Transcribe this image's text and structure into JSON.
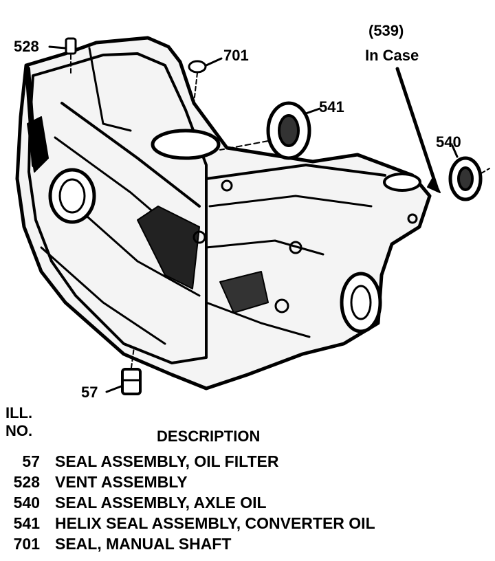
{
  "callouts": {
    "c528": "528",
    "c701": "701",
    "c539": "(539)",
    "in_case": "In Case",
    "c541": "541",
    "c540": "540",
    "c57": "57"
  },
  "legend": {
    "header_ill": "ILL.",
    "header_no": "NO.",
    "header_description": "DESCRIPTION",
    "rows": [
      {
        "num": "57",
        "desc": "SEAL ASSEMBLY, OIL FILTER"
      },
      {
        "num": "528",
        "desc": "VENT ASSEMBLY"
      },
      {
        "num": "540",
        "desc": "SEAL ASSEMBLY, AXLE OIL"
      },
      {
        "num": "541",
        "desc": "HELIX SEAL ASSEMBLY, CONVERTER OIL"
      },
      {
        "num": "701",
        "desc": "SEAL, MANUAL SHAFT"
      }
    ]
  }
}
